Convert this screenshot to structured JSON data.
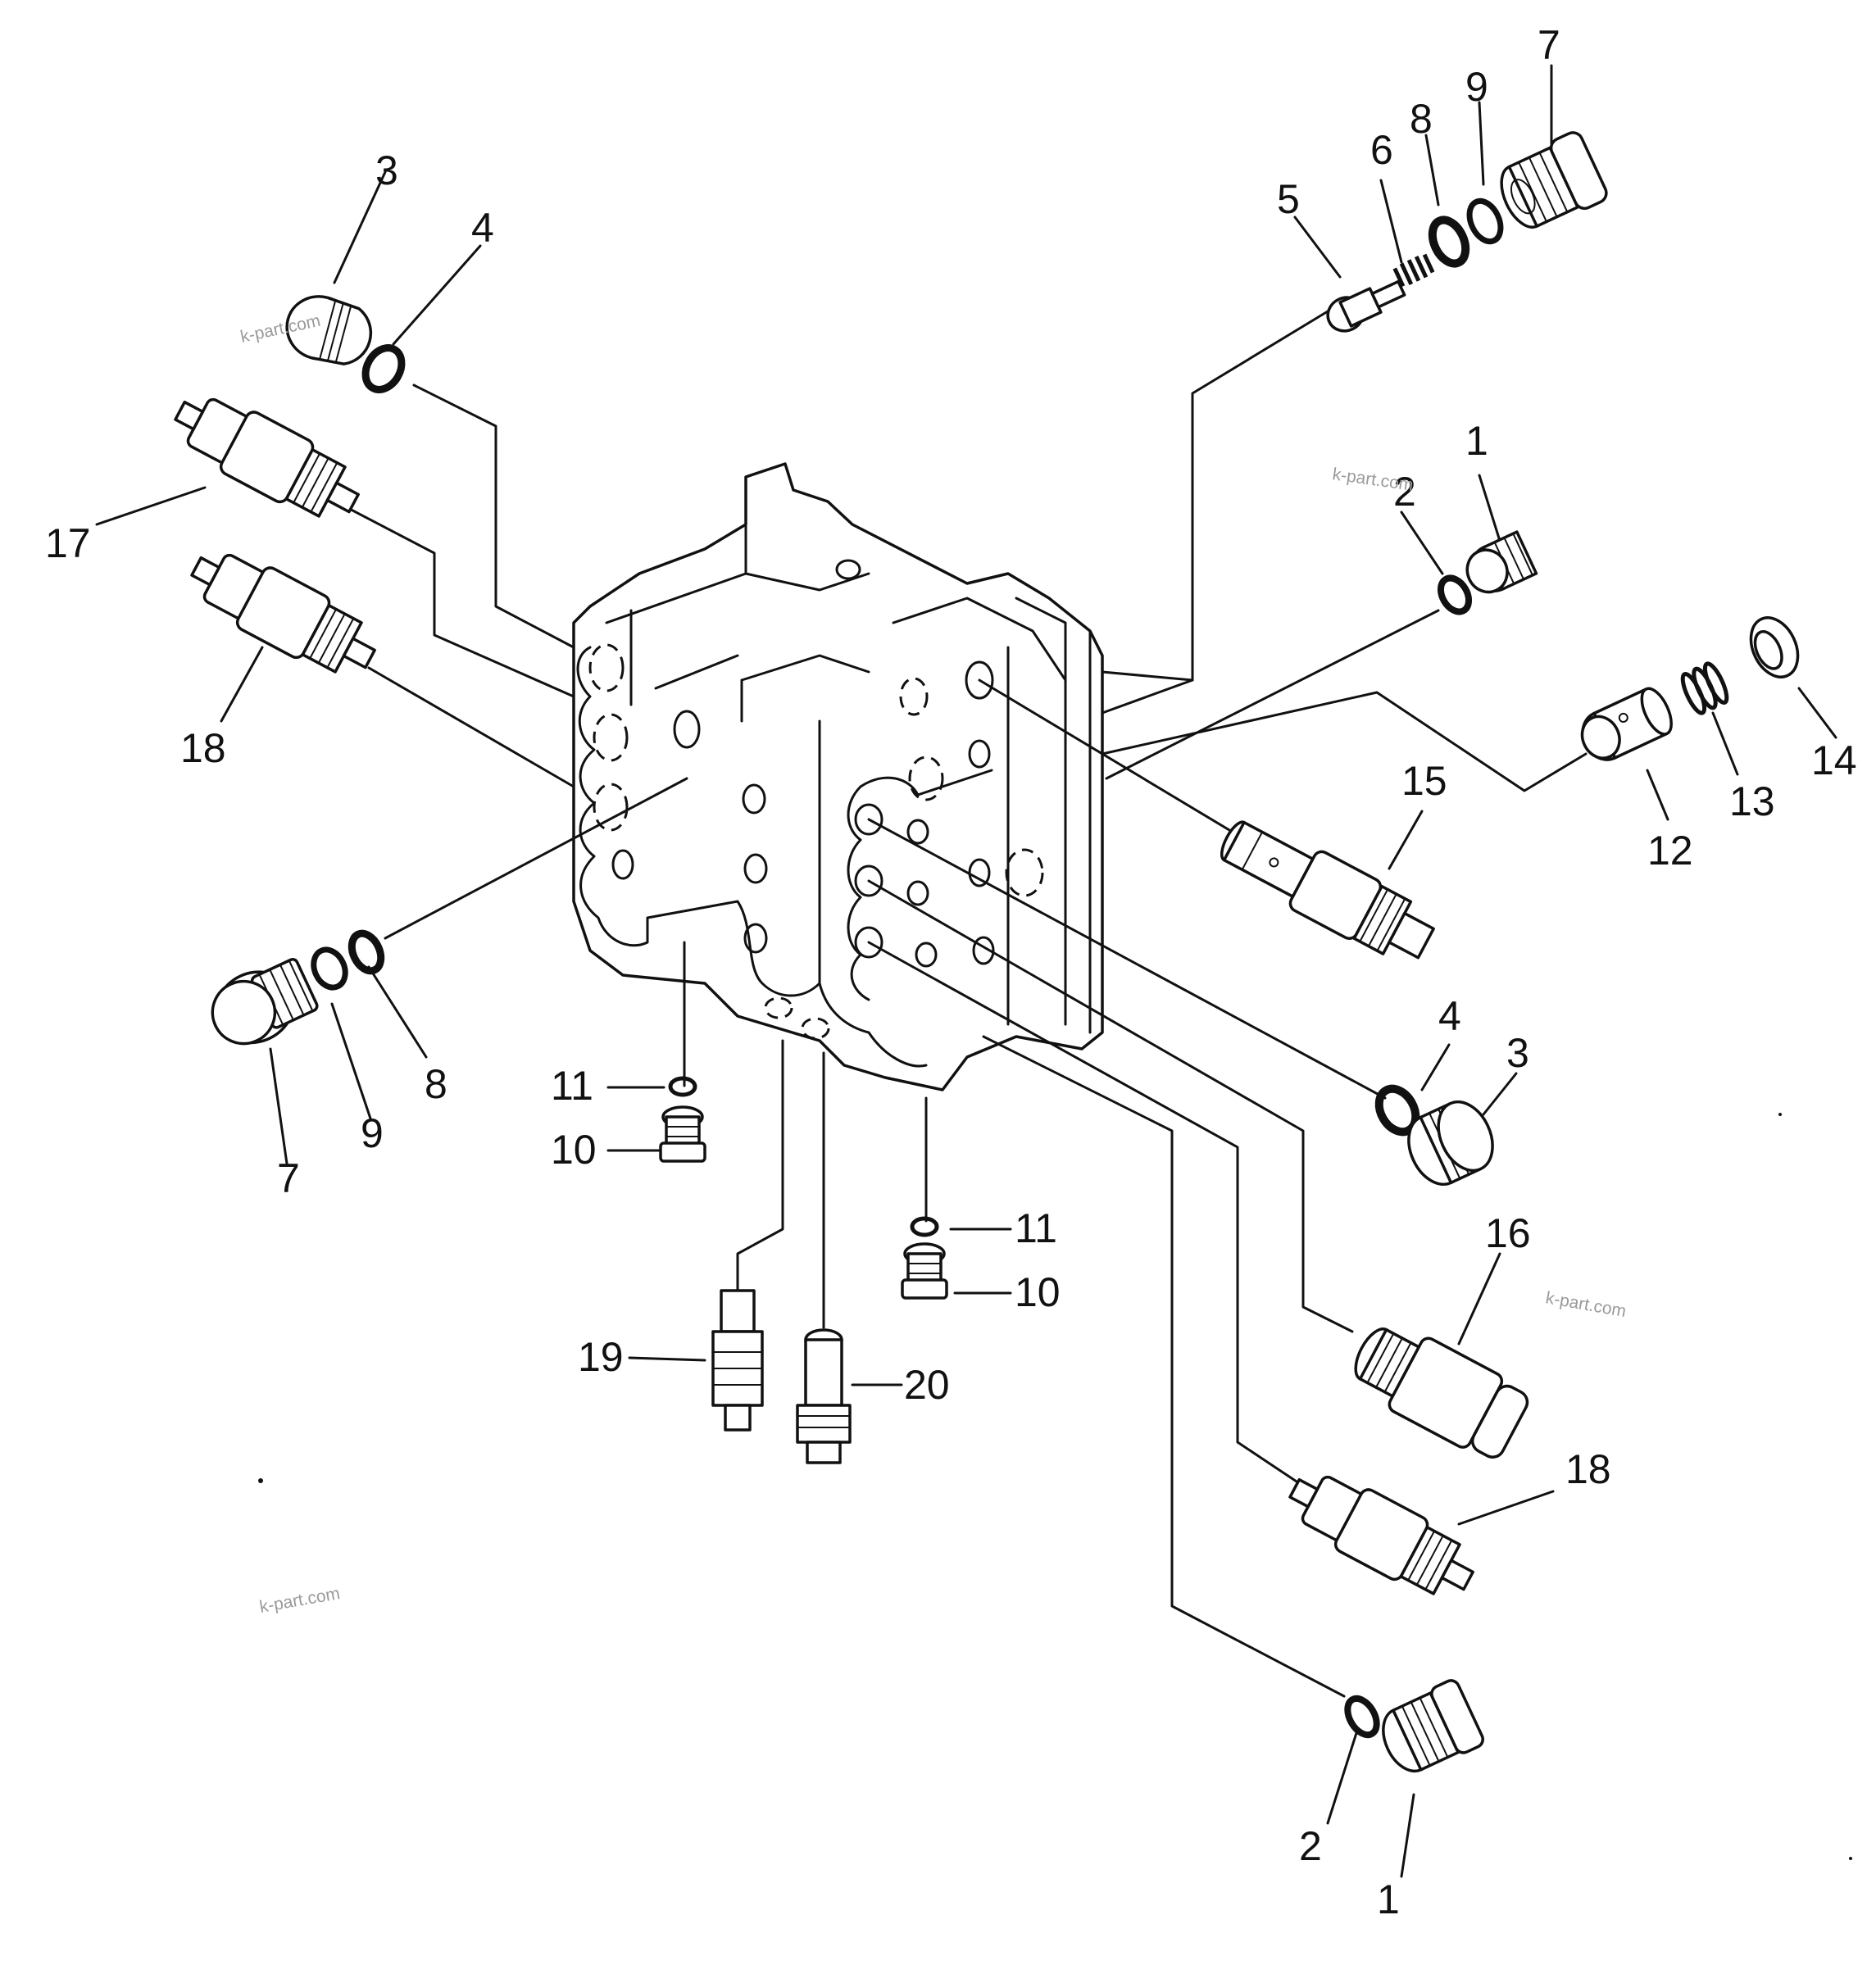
{
  "watermark": "k-part.com",
  "callouts": [
    {
      "id": "c3a",
      "text": "3"
    },
    {
      "id": "c4a",
      "text": "4"
    },
    {
      "id": "c17",
      "text": "17"
    },
    {
      "id": "c18a",
      "text": "18"
    },
    {
      "id": "c7a",
      "text": "7"
    },
    {
      "id": "c9a",
      "text": "9"
    },
    {
      "id": "c8a",
      "text": "8"
    },
    {
      "id": "c11a",
      "text": "11"
    },
    {
      "id": "c10a",
      "text": "10"
    },
    {
      "id": "c19",
      "text": "19"
    },
    {
      "id": "c20",
      "text": "20"
    },
    {
      "id": "c11b",
      "text": "11"
    },
    {
      "id": "c10b",
      "text": "10"
    },
    {
      "id": "c5",
      "text": "5"
    },
    {
      "id": "c6",
      "text": "6"
    },
    {
      "id": "c8b",
      "text": "8"
    },
    {
      "id": "c9b",
      "text": "9"
    },
    {
      "id": "c7b",
      "text": "7"
    },
    {
      "id": "c1a",
      "text": "1"
    },
    {
      "id": "c2a",
      "text": "2"
    },
    {
      "id": "c14",
      "text": "14"
    },
    {
      "id": "c13",
      "text": "13"
    },
    {
      "id": "c12",
      "text": "12"
    },
    {
      "id": "c15",
      "text": "15"
    },
    {
      "id": "c4b",
      "text": "4"
    },
    {
      "id": "c3b",
      "text": "3"
    },
    {
      "id": "c16",
      "text": "16"
    },
    {
      "id": "c18b",
      "text": "18"
    },
    {
      "id": "c2b",
      "text": "2"
    },
    {
      "id": "c1b",
      "text": "1"
    }
  ]
}
